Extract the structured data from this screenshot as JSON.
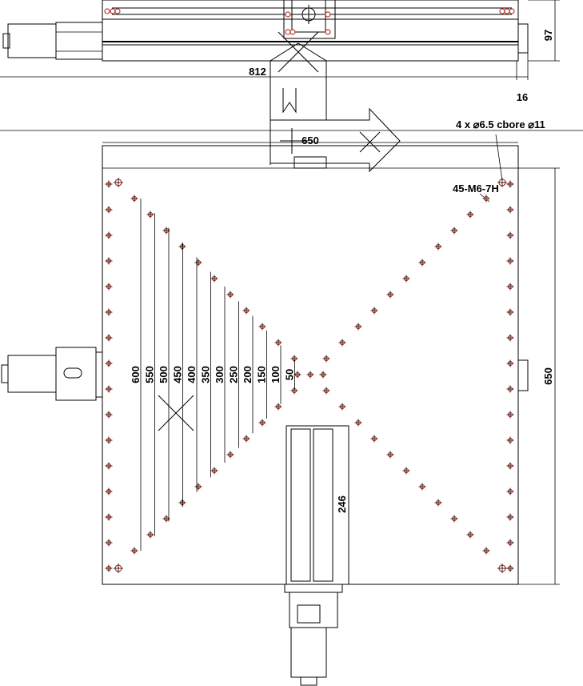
{
  "dimensions": {
    "stage_height": "97",
    "overall_width": "812",
    "offset": "16",
    "plate_width": "650",
    "plate_height": "650",
    "module_length": "246",
    "diagonal_spacings": [
      "600",
      "550",
      "500",
      "450",
      "400",
      "350",
      "300",
      "250",
      "200",
      "150",
      "100",
      "50"
    ]
  },
  "annotations": {
    "counterbore_holes": "4 x ⌀6.5 cbore ⌀11",
    "tapped_holes": "45-M6-7H"
  },
  "colors": {
    "line": "#000000",
    "hole_marker": "#c0392b"
  }
}
